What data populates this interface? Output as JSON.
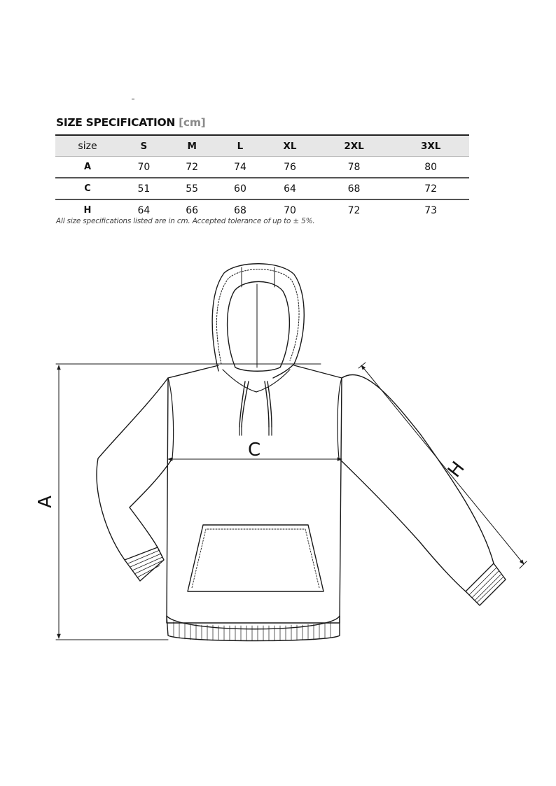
{
  "title": {
    "main": "SIZE SPECIFICATION",
    "unit": "[cm]"
  },
  "table": {
    "header": [
      "size",
      "S",
      "M",
      "L",
      "XL",
      "2XL",
      "3XL"
    ],
    "rows": [
      {
        "label": "A",
        "values": [
          "70",
          "72",
          "74",
          "76",
          "78",
          "80"
        ]
      },
      {
        "label": "C",
        "values": [
          "51",
          "55",
          "60",
          "64",
          "68",
          "72"
        ]
      },
      {
        "label": "H",
        "values": [
          "64",
          "66",
          "68",
          "70",
          "72",
          "73"
        ]
      }
    ]
  },
  "note": "All size specifications listed are in cm. Accepted tolerance of up to ± 5%.",
  "diagram": {
    "label_a": "A",
    "label_c": "C",
    "label_h": "H",
    "line_color": "#1a1a1a"
  }
}
